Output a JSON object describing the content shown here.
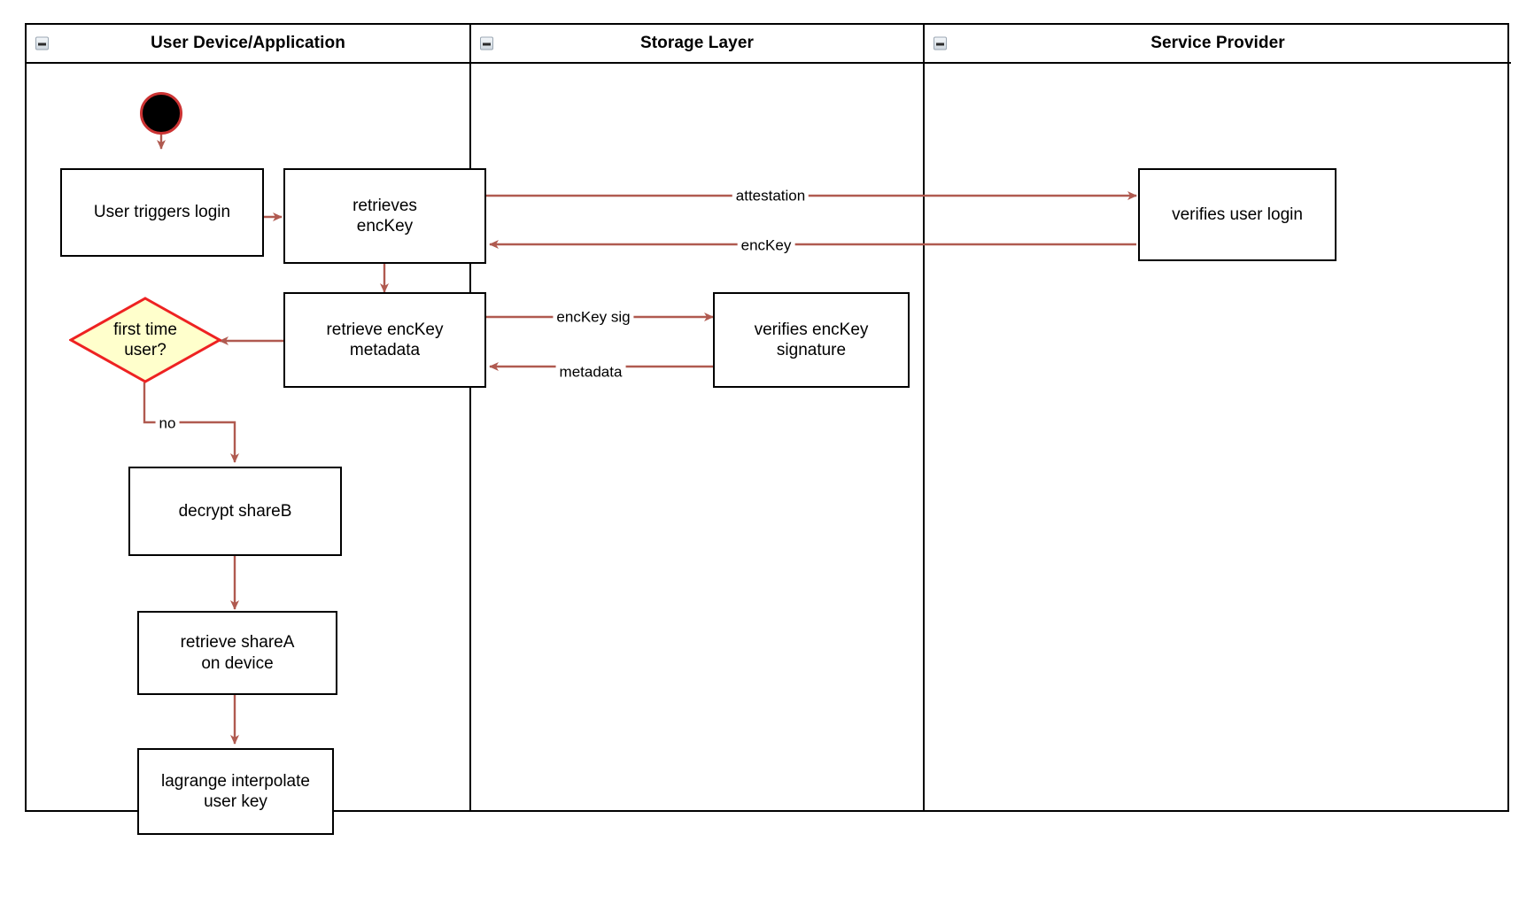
{
  "diagram": {
    "type": "swimlane-activity-diagram",
    "colors": {
      "lane_border": "#000000",
      "node_border": "#000000",
      "node_fill": "#ffffff",
      "edge": "#b05a50",
      "decision_fill": "#ffffcc",
      "decision_border": "#ee2222",
      "start_fill": "#000000",
      "start_ring": "#cc3333",
      "text": "#000000"
    },
    "lanes": [
      {
        "id": "user-device",
        "title": "User Device/Application",
        "collapse_icon": "collapse-minus-icon"
      },
      {
        "id": "storage-layer",
        "title": "Storage Layer",
        "collapse_icon": "collapse-minus-icon"
      },
      {
        "id": "service-provider",
        "title": "Service Provider",
        "collapse_icon": "collapse-minus-icon"
      }
    ],
    "nodes": [
      {
        "id": "start",
        "kind": "start",
        "lane": "user-device",
        "label": ""
      },
      {
        "id": "user-triggers-login",
        "kind": "action",
        "lane": "user-device",
        "label": "User triggers login"
      },
      {
        "id": "retrieves-enckey",
        "kind": "action",
        "lane": "user-device",
        "label": "retrieves\nencKey"
      },
      {
        "id": "retrieve-enckey-metadata",
        "kind": "action",
        "lane": "user-device",
        "label": "retrieve encKey\nmetadata"
      },
      {
        "id": "first-time-user",
        "kind": "decision",
        "lane": "user-device",
        "label": "first time\nuser?"
      },
      {
        "id": "decrypt-shareb",
        "kind": "action",
        "lane": "user-device",
        "label": "decrypt shareB"
      },
      {
        "id": "retrieve-sharea-on-device",
        "kind": "action",
        "lane": "user-device",
        "label": "retrieve shareA\non device"
      },
      {
        "id": "lagrange-interpolate-user-key",
        "kind": "action",
        "lane": "user-device",
        "label": "lagrange interpolate\nuser key"
      },
      {
        "id": "verifies-enckey-signature",
        "kind": "action",
        "lane": "storage-layer",
        "label": "verifies encKey\nsignature"
      },
      {
        "id": "verifies-user-login",
        "kind": "action",
        "lane": "service-provider",
        "label": "verifies user login"
      }
    ],
    "edges": [
      {
        "id": "e-start-login",
        "from": "start",
        "to": "user-triggers-login",
        "label": ""
      },
      {
        "id": "e-login-retrieves",
        "from": "user-triggers-login",
        "to": "retrieves-enckey",
        "label": ""
      },
      {
        "id": "e-attestation",
        "from": "retrieves-enckey",
        "to": "verifies-user-login",
        "label": "attestation"
      },
      {
        "id": "e-enckey",
        "from": "verifies-user-login",
        "to": "retrieves-enckey",
        "label": "encKey"
      },
      {
        "id": "e-retrieves-metadata",
        "from": "retrieves-enckey",
        "to": "retrieve-enckey-metadata",
        "label": ""
      },
      {
        "id": "e-enckey-sig",
        "from": "retrieve-enckey-metadata",
        "to": "verifies-enckey-signature",
        "label": "encKey sig"
      },
      {
        "id": "e-metadata",
        "from": "verifies-enckey-signature",
        "to": "retrieve-enckey-metadata",
        "label": "metadata"
      },
      {
        "id": "e-metadata-decision",
        "from": "retrieve-enckey-metadata",
        "to": "first-time-user",
        "label": ""
      },
      {
        "id": "e-no",
        "from": "first-time-user",
        "to": "decrypt-shareb",
        "label": "no"
      },
      {
        "id": "e-decrypt-retrieve",
        "from": "decrypt-shareb",
        "to": "retrieve-sharea-on-device",
        "label": ""
      },
      {
        "id": "e-retrieve-lagrange",
        "from": "retrieve-sharea-on-device",
        "to": "lagrange-interpolate-user-key",
        "label": ""
      }
    ]
  }
}
